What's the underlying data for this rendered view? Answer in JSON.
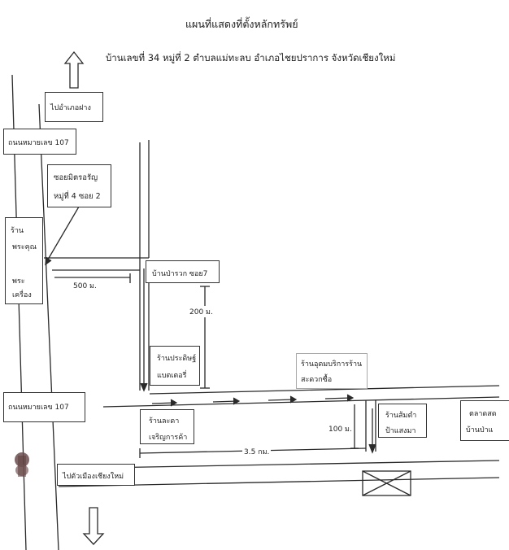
{
  "title": "แผนที่แสดงที่ตั้งหลักทรัพย์",
  "subtitle": "บ้านเลขที่ 34 หมู่ที่ 2 ตำบลแม่ทะลบ อำเภอไชยปราการ จังหวัดเชียงใหม่",
  "labels": {
    "to_fang": "ไปอำเภอฝาง",
    "highway_107_top": "ถนนหมายเลข 107",
    "soi_line1": "ซอยมิตรอรัญ",
    "soi_line2": "หมู่ที่ 4 ซอย 2",
    "shop_left_line1": "ร้าน",
    "shop_left_line2": "พระคุณ",
    "shop_left_line3": "พระ",
    "shop_left_line4": "เครื่อง",
    "ban_pa_ruak": "บ้านป่ารวก ซอย7",
    "shop_battery_line1": "ร้านประดิษฐ์",
    "shop_battery_line2": "แบตเตอรี่",
    "shop_service_line1": "ร้านอุดมบริการร้าน",
    "shop_service_line2": "สะดวกซื้อ",
    "highway_107_bottom": "ถนนหมายเลข 107",
    "shop_trade_line1": "ร้านละดา",
    "shop_trade_line2": "เจริญการค้า",
    "shop_right_line1": "ร้านส้มตำ",
    "shop_right_line2": "ป้าแสงมา",
    "market_line1": "ตลาดสด",
    "market_line2": "บ้านป่าแ",
    "to_chiangmai": "ไปตัวเมืองเชียงใหม่"
  },
  "distances": {
    "d500": "500 ม.",
    "d200": "200 ม.",
    "d100": "100 ม.",
    "d35": "3.5 กม."
  },
  "colors": {
    "line": "#2a2a2a",
    "traffic_light": "#6b4c4c"
  }
}
